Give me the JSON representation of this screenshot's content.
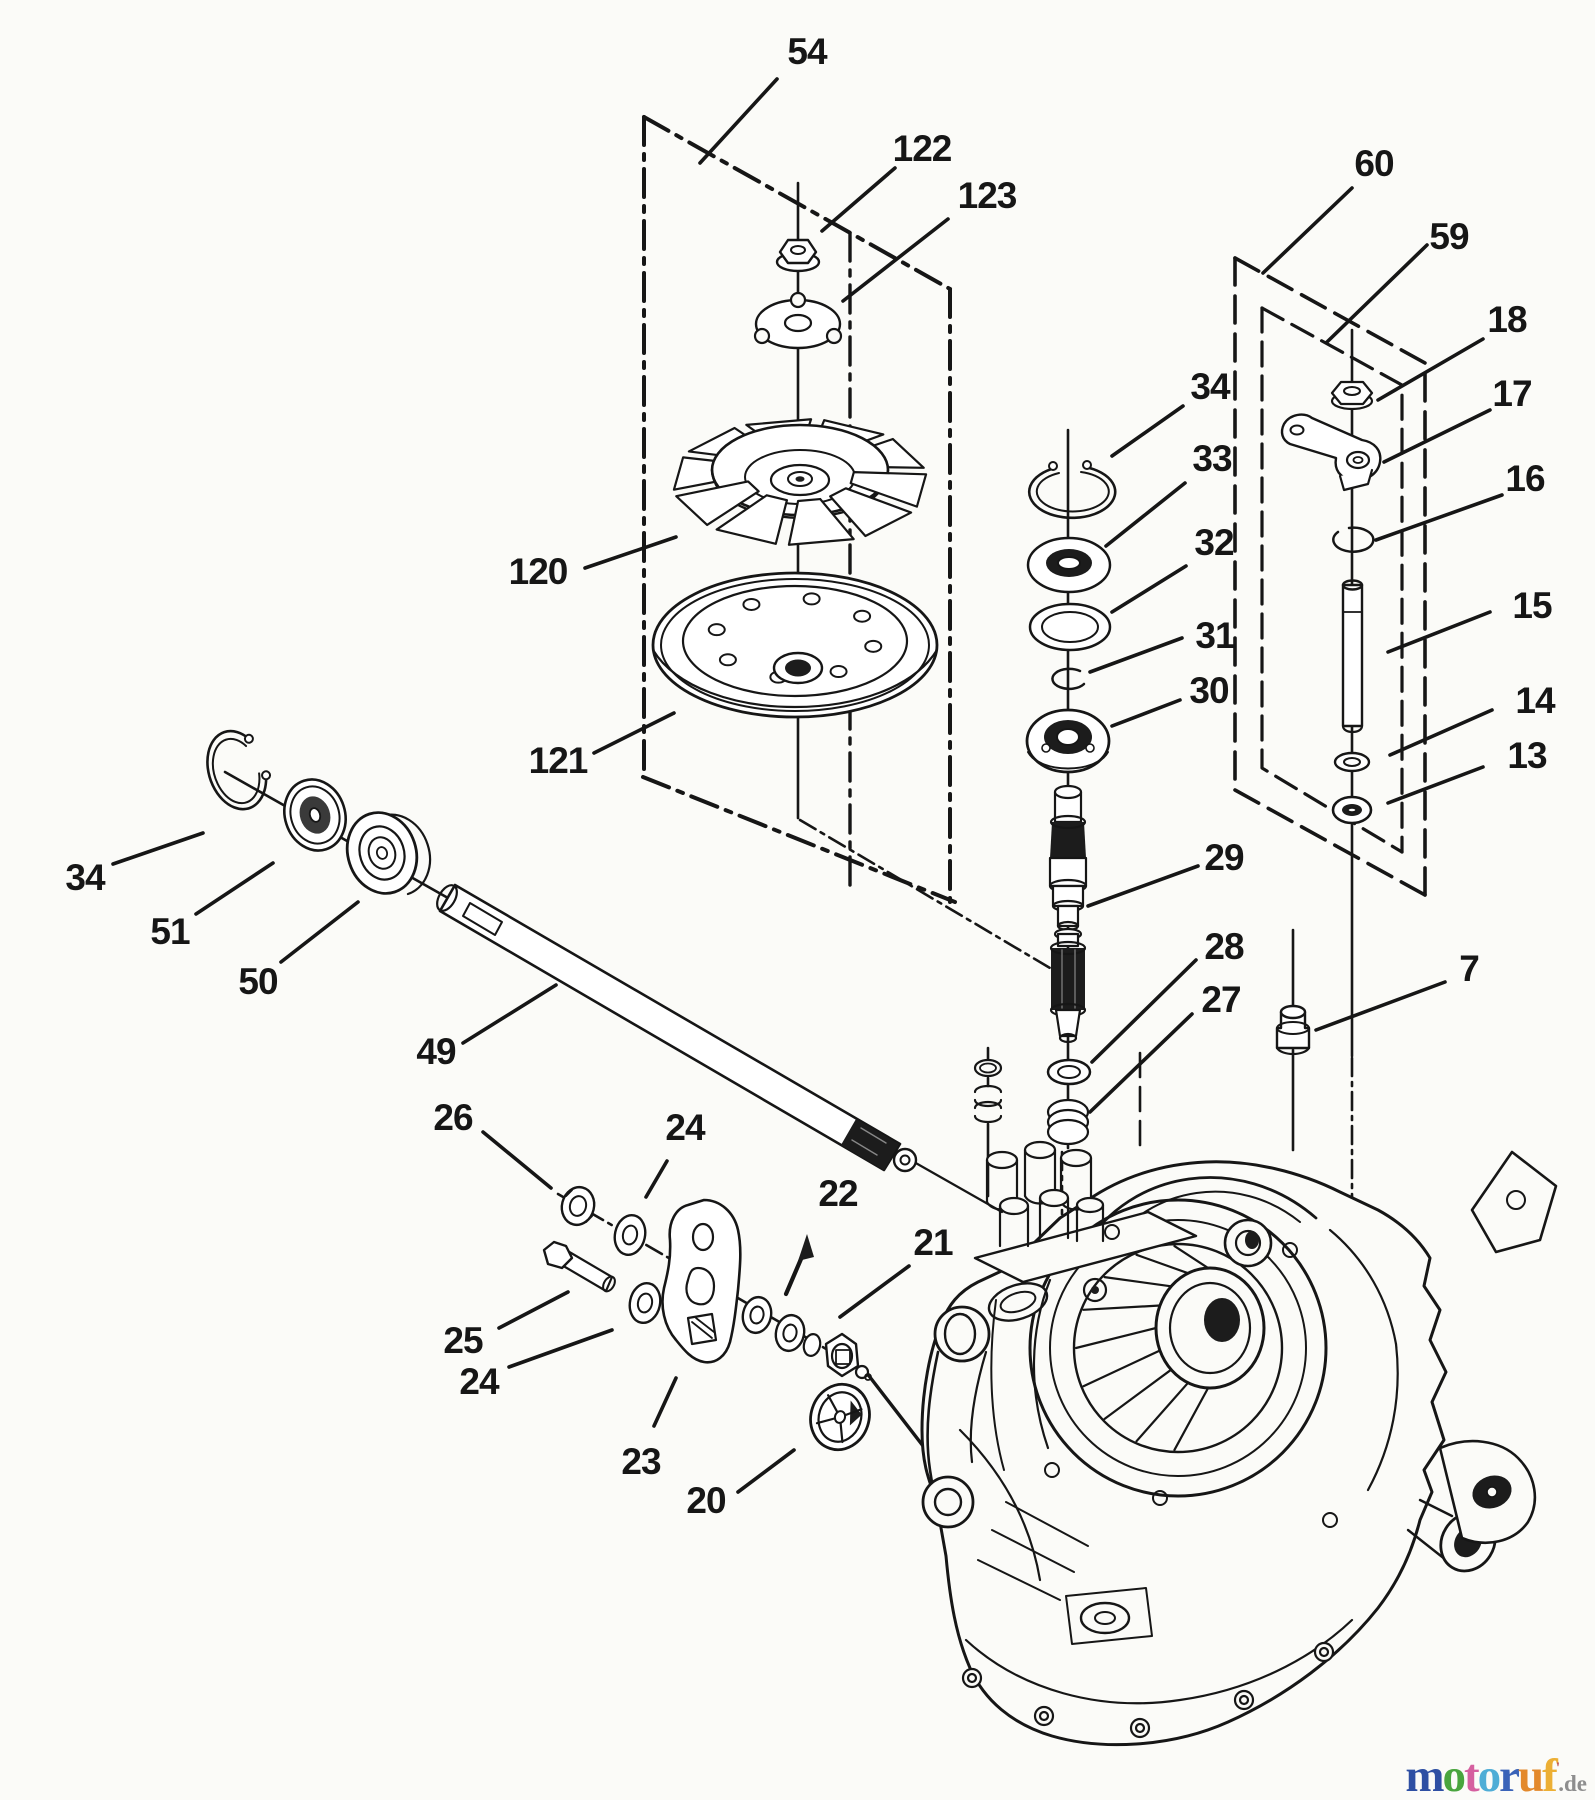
{
  "page": {
    "background": "#fbfbf8",
    "ink": "#161616"
  },
  "diagram": {
    "kind": "exploded-parts-diagram",
    "part_labels": [
      {
        "text": "54"
      },
      {
        "text": "122"
      },
      {
        "text": "123"
      },
      {
        "text": "60"
      },
      {
        "text": "59"
      },
      {
        "text": "18"
      },
      {
        "text": "17"
      },
      {
        "text": "16"
      },
      {
        "text": "15"
      },
      {
        "text": "14"
      },
      {
        "text": "13"
      },
      {
        "text": "34"
      },
      {
        "text": "33"
      },
      {
        "text": "32"
      },
      {
        "text": "31"
      },
      {
        "text": "30"
      },
      {
        "text": "29"
      },
      {
        "text": "28"
      },
      {
        "text": "27"
      },
      {
        "text": "7"
      },
      {
        "text": "120"
      },
      {
        "text": "121"
      },
      {
        "text": "34"
      },
      {
        "text": "51"
      },
      {
        "text": "50"
      },
      {
        "text": "49"
      },
      {
        "text": "26"
      },
      {
        "text": "24"
      },
      {
        "text": "25"
      },
      {
        "text": "24"
      },
      {
        "text": "23"
      },
      {
        "text": "22"
      },
      {
        "text": "21"
      },
      {
        "text": "20"
      }
    ]
  },
  "watermark": {
    "letters": [
      {
        "char": "m",
        "color": "#2e4fa3"
      },
      {
        "char": "o",
        "color": "#49a53e"
      },
      {
        "char": "t",
        "color": "#d55f9f"
      },
      {
        "char": "o",
        "color": "#4fadd6"
      },
      {
        "char": "r",
        "color": "#3a63b8"
      },
      {
        "char": "u",
        "color": "#e3892b"
      },
      {
        "char": "f",
        "color": "#ecaf34"
      }
    ],
    "mark": "'",
    "suffix": ".de"
  }
}
